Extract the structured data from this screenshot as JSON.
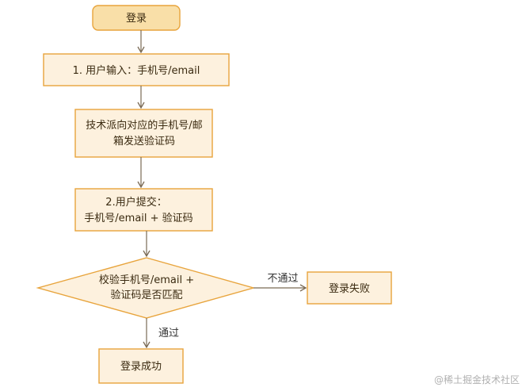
{
  "colors": {
    "box_fill": "#fdf1de",
    "start_fill": "#f9dfa8",
    "stroke": "#e8a43c",
    "arrow": "#7a6a55",
    "text": "#3a2a10"
  },
  "nodes": {
    "start": {
      "label": "登录"
    },
    "input": {
      "label": "1. 用户输入：手机号/email"
    },
    "send_code": {
      "line1": "技术派向对应的手机号/邮",
      "line2": "箱发送验证码"
    },
    "submit": {
      "line1": "2.用户提交：",
      "line2": "手机号/email + 验证码"
    },
    "verify": {
      "line1": "校验手机号/email +",
      "line2": "验证码是否匹配"
    },
    "fail": {
      "label": "登录失败"
    },
    "success": {
      "label": "登录成功"
    }
  },
  "edges": {
    "fail_label": "不通过",
    "pass_label": "通过"
  },
  "watermark": "@稀土掘金技术社区"
}
